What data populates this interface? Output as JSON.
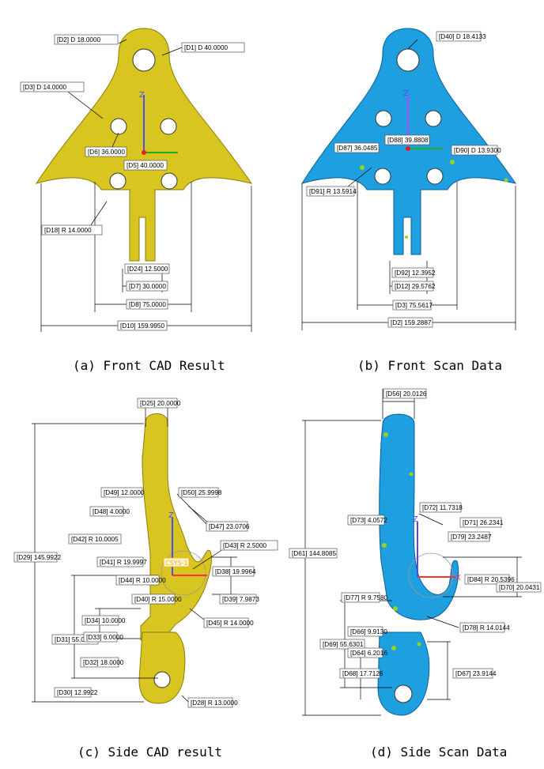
{
  "colors": {
    "cad": "#d9c520",
    "cad_edge": "#8a7d08",
    "scan": "#1e9fe0",
    "scan_edge": "#0b5f9a",
    "scan_spot": "#9ad21e",
    "axis_z": "#4b4bff",
    "axis_x": "#ff3333",
    "axis_y": "#22aa22",
    "csys": "#ffaa00"
  },
  "captions": {
    "a": "(a) Front CAD Result",
    "b": "(b) Front Scan Data",
    "c": "(c) Side CAD result",
    "d": "(d) Side Scan Data"
  },
  "axis_labels": {
    "z": "Z",
    "x": "X",
    "csys": "CSYS-1"
  },
  "a": {
    "D2": "[D2] D 18.0000",
    "D1": "[D1] D 40.0000",
    "D3": "[D3] D 14.0000",
    "D6": "[D6] 36.0000",
    "D5": "[D5] 40.0000",
    "D18": "[D18] R 14.0000",
    "D24": "[D24] 12.5000",
    "D7": "[D7] 30.0000",
    "D8": "[D8] 75.0000",
    "D10": "[D10] 159.9950"
  },
  "b": {
    "D40": "[D40] D 18.4133",
    "D87": "[D87] 36.0485",
    "D88": "[D88] 39.8808",
    "D90": "[D90] D 13.9300",
    "D91": "[D91] R 13.5914",
    "D92": "[D92] 12.3952",
    "D12": "[D12] 29.5762",
    "D3": "[D3] 75.5617",
    "D2": "[D2] 159.2887"
  },
  "c": {
    "D25": "[D25] 20.0000",
    "D49": "[D49] 12.0000",
    "D50": "[D50] 25.9998",
    "D48": "[D48] 4.0000",
    "D47": "[D47] 23.0706",
    "D42": "[D42] R 10.0005",
    "D43": "[D43] R 2.5000",
    "D29": "[D29] 145.9922",
    "D41": "[D41] R 19.9997",
    "D38": "[D38] 19.9964",
    "D44": "[D44] R 10.0000",
    "D39": "[D39] 7.9873",
    "D40": "[D40] R 15.0000",
    "D34": "[D34] 10.0000",
    "D45": "[D45] R 14.0000",
    "D31": "[D31] 55.0000",
    "D33": "[D33] 6.0000",
    "D32": "[D32] 18.0000",
    "D30": "[D30] 12.9922",
    "D28": "[D28] R 13.0000"
  },
  "d": {
    "D56": "[D56] 20.0126",
    "D72": "[D72] 11.7318",
    "D73": "[D73] 4.0572",
    "D71": "[D71] 26.2341",
    "D79": "[D79] 23.2487",
    "D61": "[D61] 144.8085",
    "D84": "[D84] R 20.5396",
    "D70": "[D70] 20.0431",
    "D77": "[D77] R 9.7580",
    "D78": "[D78] R 14.0144",
    "D66": "[D66] 9.9130",
    "D69": "[D69] 55.6301",
    "D64": "[D64] 6.2016",
    "D68": "[D68] 17.7126",
    "D67": "[D67] 23.9144"
  }
}
